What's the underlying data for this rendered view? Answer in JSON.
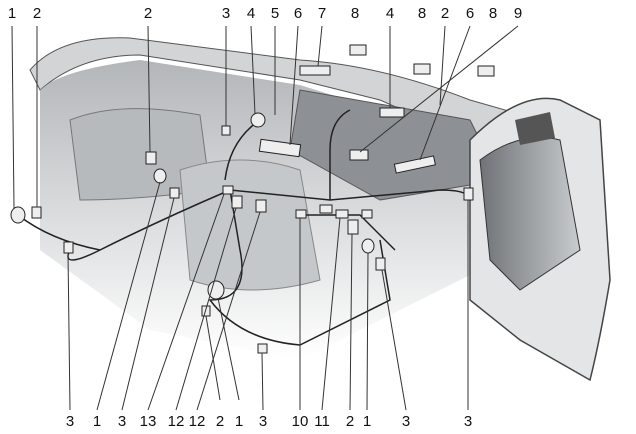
{
  "top_labels": [
    "1",
    "2",
    "2",
    "3",
    "4",
    "5",
    "6",
    "7",
    "8",
    "4",
    "8",
    "2",
    "6",
    "8",
    "9"
  ],
  "bottom_labels": [
    "3",
    "1",
    "3",
    "13",
    "12",
    "12",
    "2",
    "1",
    "3",
    "10",
    "11",
    "2",
    "1",
    "3",
    "3"
  ]
}
